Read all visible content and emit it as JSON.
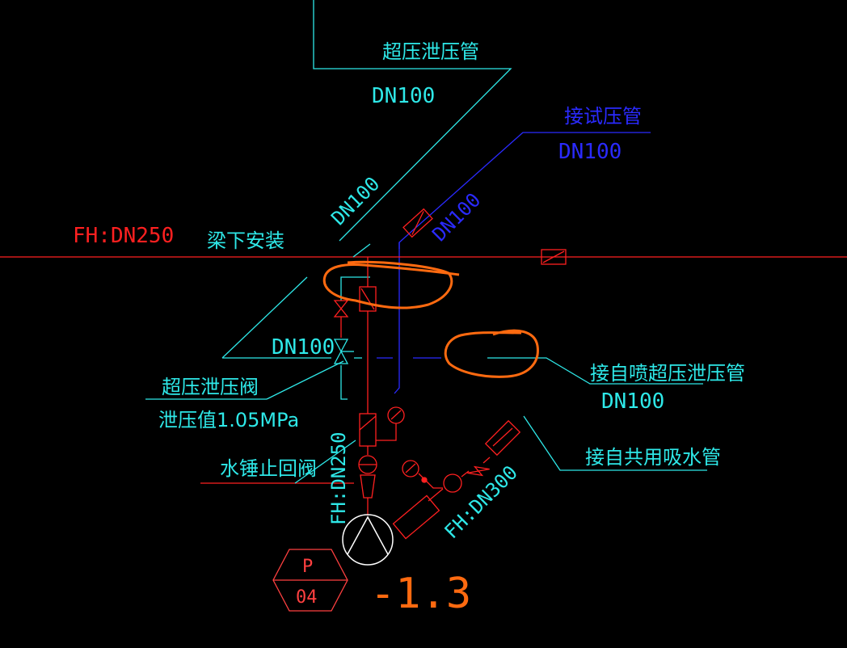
{
  "labels": {
    "relief_pipe_title": "超压泄压管",
    "relief_pipe_dn": "DN100",
    "diag_dn_cyan": "DN100",
    "test_pipe_title": "接试压管",
    "test_pipe_dn": "DN100",
    "diag_dn_blue": "DN100",
    "main_pipe": "FH:DN250",
    "under_beam": "梁下安装",
    "valve_dn": "DN100",
    "relief_valve": "超压泄压阀",
    "relief_value": "泄压值1.05MPa",
    "spray_relief_pipe": "接自喷超压泄压管",
    "spray_relief_dn": "DN100",
    "water_hammer_valve": "水锤止回阀",
    "vertical_pipe": "FH:DN250",
    "suction_pipe": "FH:DN300",
    "shared_suction": "接自共用吸水管",
    "pump_tag_top": "P",
    "pump_tag_bottom": "04",
    "elevation": "-1.3"
  },
  "colors": {
    "background": "#000000",
    "cyan": "#2ee8e8",
    "blue": "#2a2aff",
    "red": "#ff2020",
    "orange": "#ff6a10",
    "white": "#ffffff"
  }
}
